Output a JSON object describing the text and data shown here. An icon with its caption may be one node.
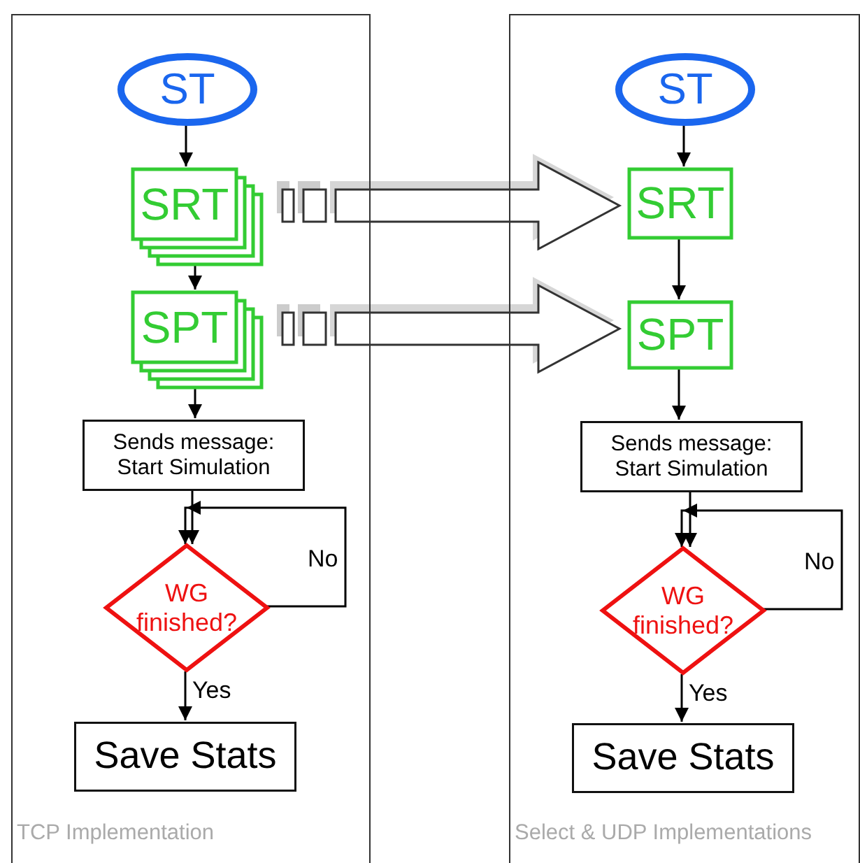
{
  "diagram": {
    "nodes": [
      {
        "text": [
          "TCP Implementation"
        ]
      },
      {
        "text": [
          "ST"
        ],
        "in": 0
      },
      {
        "text": [
          "SRT"
        ],
        "in": 0
      },
      {
        "text": [
          "SPT"
        ],
        "in": 0
      },
      {
        "text": [
          "Sends message: Start Simulation"
        ],
        "in": 0
      },
      {
        "text": [
          "WG finished?"
        ],
        "in": 0
      },
      {
        "text": [
          "Save Stats"
        ],
        "in": 0
      },
      {
        "text": [
          "Select & UDP Implementations"
        ]
      },
      {
        "text": [
          "ST"
        ],
        "in": 7
      },
      {
        "text": [
          "SRT"
        ],
        "in": 7
      },
      {
        "text": [
          "SPT"
        ],
        "in": 7
      },
      {
        "text": [
          "Sends message: Start Simulation"
        ],
        "in": 7
      },
      {
        "text": [
          "WG finished?"
        ],
        "in": 7
      },
      {
        "text": [
          "Save Stats"
        ],
        "in": 7
      }
    ],
    "edges": [
      {
        "from": 1,
        "to": 2,
        "arrow": "to"
      },
      {
        "from": 2,
        "to": 3,
        "arrow": "to"
      },
      {
        "from": 3,
        "to": 4,
        "arrow": "to"
      },
      {
        "from": 4,
        "to": 5,
        "arrow": "to"
      },
      {
        "from": 5,
        "to": 5,
        "arrow": "to",
        "label": "No"
      },
      {
        "from": 5,
        "to": 6,
        "arrow": "to",
        "label": "Yes"
      },
      {
        "from": 8,
        "to": 9,
        "arrow": "to"
      },
      {
        "from": 9,
        "to": 10,
        "arrow": "to"
      },
      {
        "from": 10,
        "to": 11,
        "arrow": "to"
      },
      {
        "from": 11,
        "to": 12,
        "arrow": "to"
      },
      {
        "from": 12,
        "to": 12,
        "arrow": "to",
        "label": "No"
      },
      {
        "from": 12,
        "to": 13,
        "arrow": "to",
        "label": "Yes"
      },
      {
        "from": 2,
        "to": 9,
        "arrow": "to",
        "style": "thick"
      },
      {
        "from": 3,
        "to": 10,
        "arrow": "to",
        "style": "thick"
      }
    ]
  }
}
